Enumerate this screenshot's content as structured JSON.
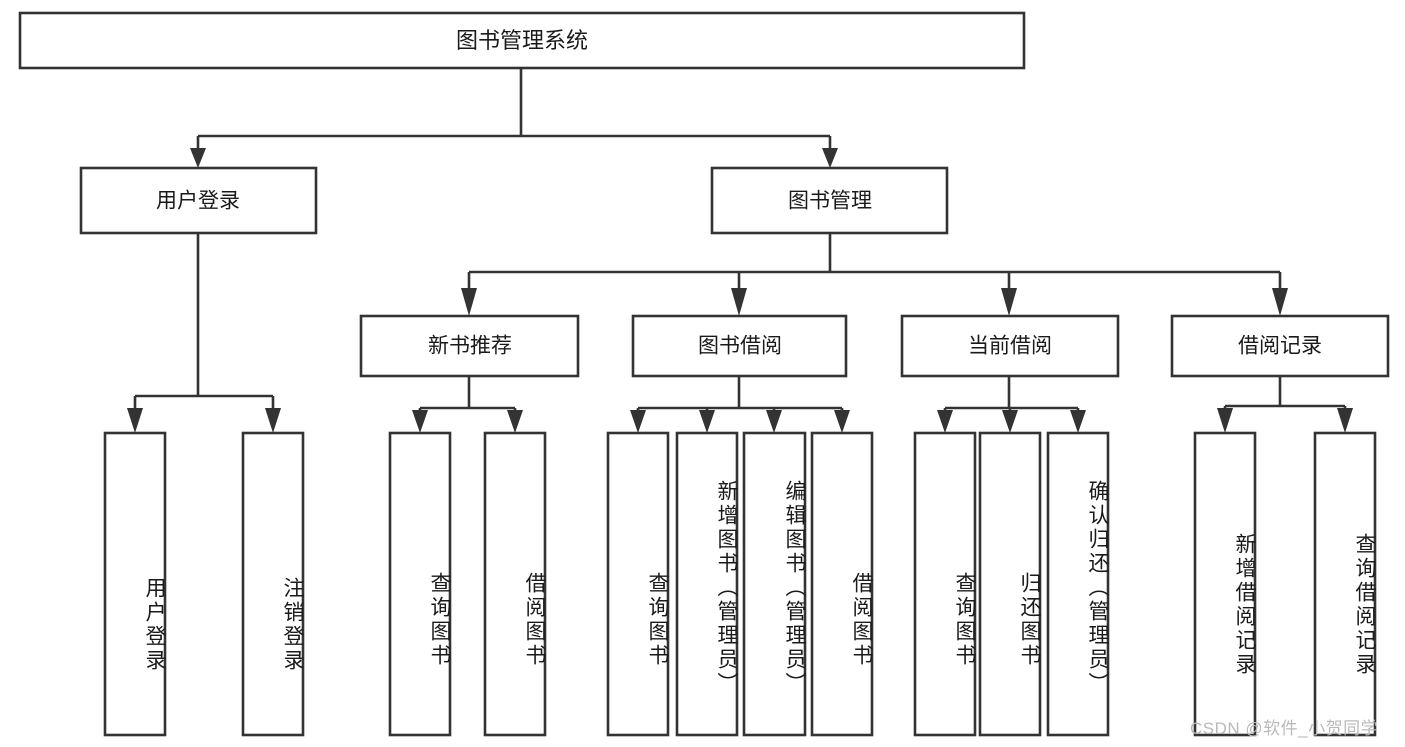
{
  "diagram": {
    "type": "tree",
    "title": "图书管理系统",
    "orientation": "top-down",
    "colors": {
      "box_stroke": "#333333",
      "box_fill": "#ffffff",
      "text": "#1a1a1a",
      "watermark": "#b9b9b9",
      "background": "#ffffff"
    },
    "levels": {
      "root": "图书管理系统",
      "level2": [
        "用户登录",
        "图书管理"
      ],
      "level3": [
        "新书推荐",
        "图书借阅",
        "当前借阅",
        "借阅记录"
      ]
    },
    "nodes": {
      "root": {
        "label": "图书管理系统"
      },
      "user_login": {
        "label": "用户登录"
      },
      "book_manage": {
        "label": "图书管理"
      },
      "new_book_rec": {
        "label": "新书推荐"
      },
      "book_borrow": {
        "label": "图书借阅"
      },
      "current_borrow": {
        "label": "当前借阅"
      },
      "borrow_record": {
        "label": "借阅记录"
      }
    },
    "leaves": {
      "user_login": [
        {
          "label": "用户登录"
        },
        {
          "label": "注销登录"
        }
      ],
      "new_book_rec": [
        {
          "label": "查询图书"
        },
        {
          "label": "借阅图书"
        }
      ],
      "book_borrow": [
        {
          "label": "查询图书"
        },
        {
          "label": "新增图书（管理员）"
        },
        {
          "label": "编辑图书（管理员）"
        },
        {
          "label": "借阅图书"
        }
      ],
      "current_borrow": [
        {
          "label": "查询图书"
        },
        {
          "label": "归还图书"
        },
        {
          "label": "确认归还（管理员）"
        }
      ],
      "borrow_record": [
        {
          "label": "新增借阅记录"
        },
        {
          "label": "查询借阅记录"
        }
      ]
    },
    "watermark": "CSDN @软件_小贺同学"
  }
}
